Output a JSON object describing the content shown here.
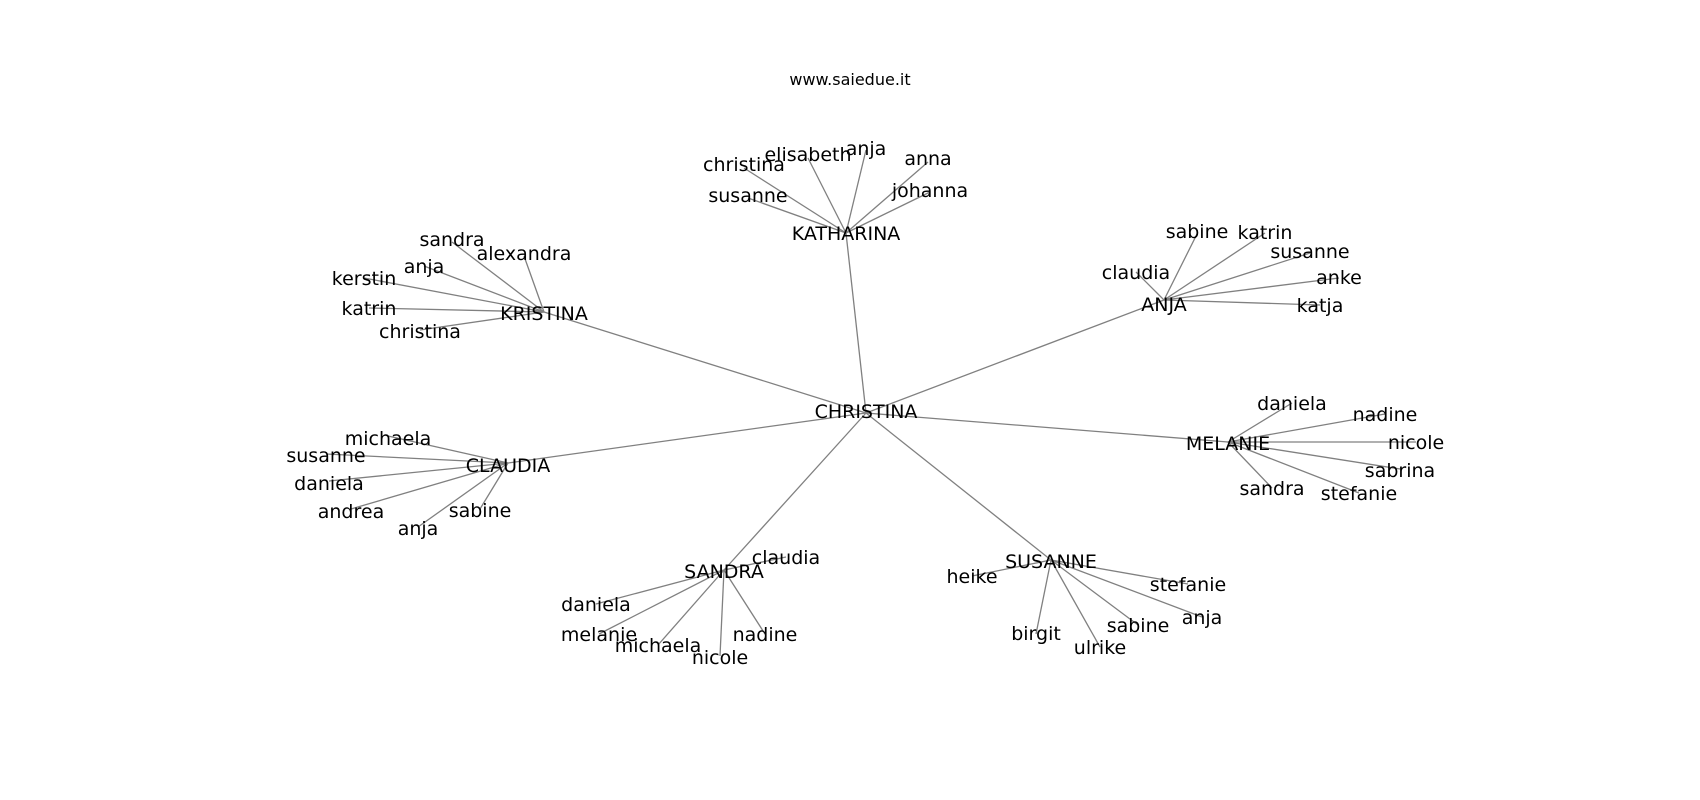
{
  "header": {
    "title": "www.saiedue.it"
  },
  "graph": {
    "center": "CHRISTINA",
    "hubs": [
      {
        "name": "KATHARINA",
        "children": [
          "christina",
          "elisabeth",
          "anja",
          "anna",
          "susanne",
          "johanna"
        ]
      },
      {
        "name": "ANJA",
        "children": [
          "sabine",
          "katrin",
          "susanne",
          "claudia",
          "anke",
          "katja"
        ]
      },
      {
        "name": "KRISTINA",
        "children": [
          "sandra",
          "alexandra",
          "anja",
          "kerstin",
          "katrin",
          "christina"
        ]
      },
      {
        "name": "CLAUDIA",
        "children": [
          "michaela",
          "susanne",
          "daniela",
          "andrea",
          "anja",
          "sabine"
        ]
      },
      {
        "name": "MELANIE",
        "children": [
          "daniela",
          "nadine",
          "nicole",
          "sabrina",
          "sandra",
          "stefanie"
        ]
      },
      {
        "name": "SANDRA",
        "children": [
          "claudia",
          "daniela",
          "melanie",
          "michaela",
          "nicole",
          "nadine"
        ]
      },
      {
        "name": "SUSANNE",
        "children": [
          "heike",
          "stefanie",
          "anja",
          "sabine",
          "birgit",
          "ulrike"
        ]
      }
    ]
  }
}
